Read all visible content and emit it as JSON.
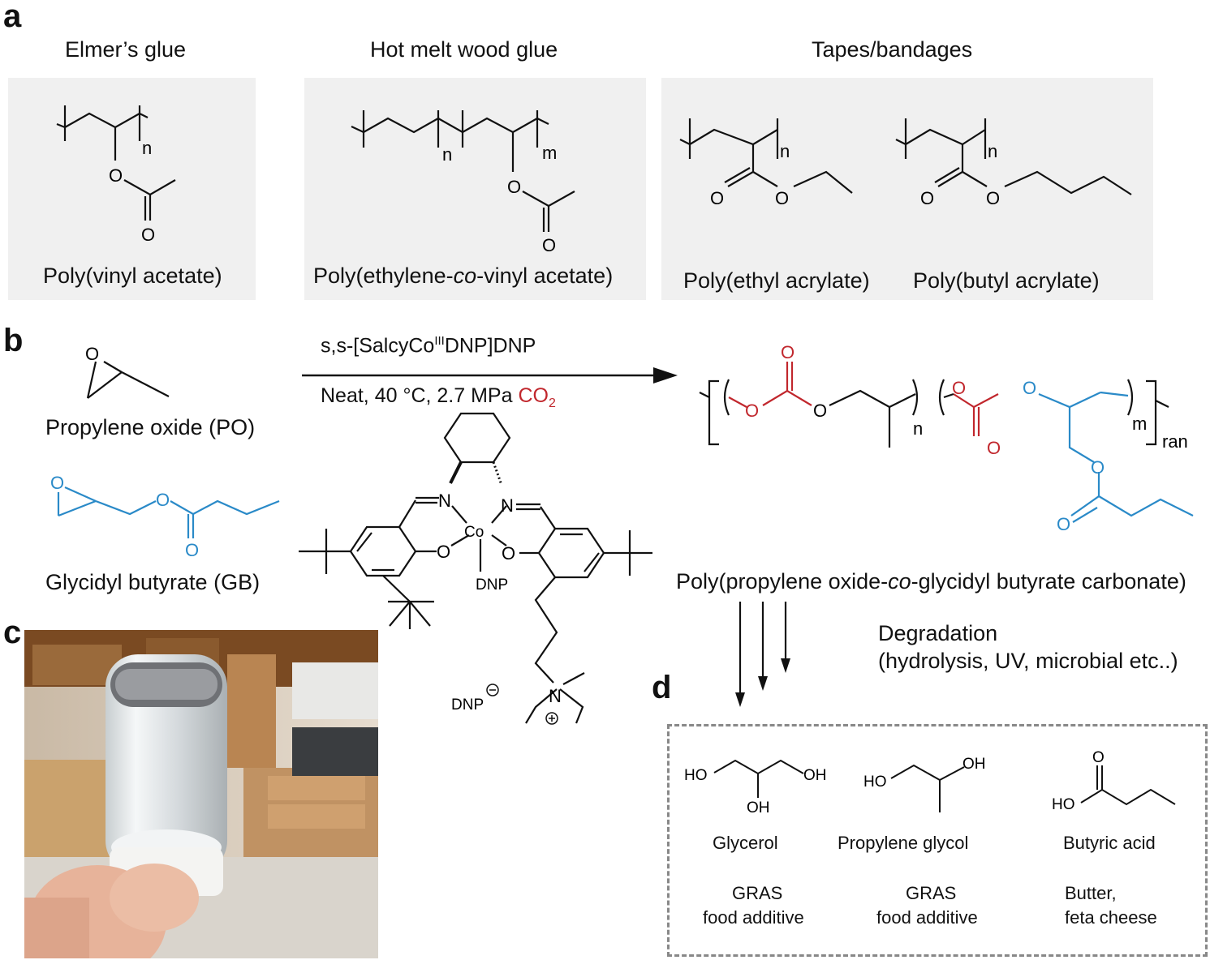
{
  "panels": {
    "a": "a",
    "b": "b",
    "c": "c",
    "d": "d"
  },
  "panel_a": {
    "titles": [
      "Elmer’s glue",
      "Hot melt wood glue",
      "Tapes/bandages"
    ],
    "names": [
      "Poly(vinyl acetate)",
      "Poly(ethylene-co-vinyl acetate)",
      "Poly(ethyl acrylate)",
      "Poly(butyl acrylate)"
    ],
    "peva_name": {
      "pre": "Poly(ethylene-",
      "italic": "co",
      "post": "-vinyl acetate)"
    }
  },
  "panel_b": {
    "po_label": "Propylene oxide (PO)",
    "gb_label": "Glycidyl butyrate (GB)",
    "catalyst_label_pre": "s,s-[SalcyCo",
    "catalyst_label_sup": "III",
    "catalyst_label_post": "DNP]DNP",
    "conditions_pre": "Neat, 40 °C, 2.7 MPa ",
    "conditions_co2": "CO",
    "conditions_co2_sub": "2",
    "polymer_name": {
      "pre": "Poly(propylene oxide-",
      "italic": "co",
      "post": "-glycidyl butyrate carbonate)"
    },
    "subscript_ran": "ran",
    "dnp": "DNP",
    "co": "Co",
    "colors": {
      "red": "#c1272d",
      "blue": "#2a8ac8"
    }
  },
  "degradation": {
    "title": "Degradation",
    "detail": "(hydrolysis, UV, microbial etc..)"
  },
  "panel_d": {
    "products": [
      {
        "name": "Glycerol",
        "line1": "GRAS",
        "line2": "food additive"
      },
      {
        "name": "Propylene glycol",
        "line1": "GRAS",
        "line2": "food additive"
      },
      {
        "name": "Butyric acid",
        "line1": "Butter,",
        "line2": "feta cheese"
      }
    ]
  },
  "atoms": {
    "O": "O",
    "N": "N",
    "HO": "HO",
    "OH": "OH",
    "n": "n",
    "m": "m"
  }
}
